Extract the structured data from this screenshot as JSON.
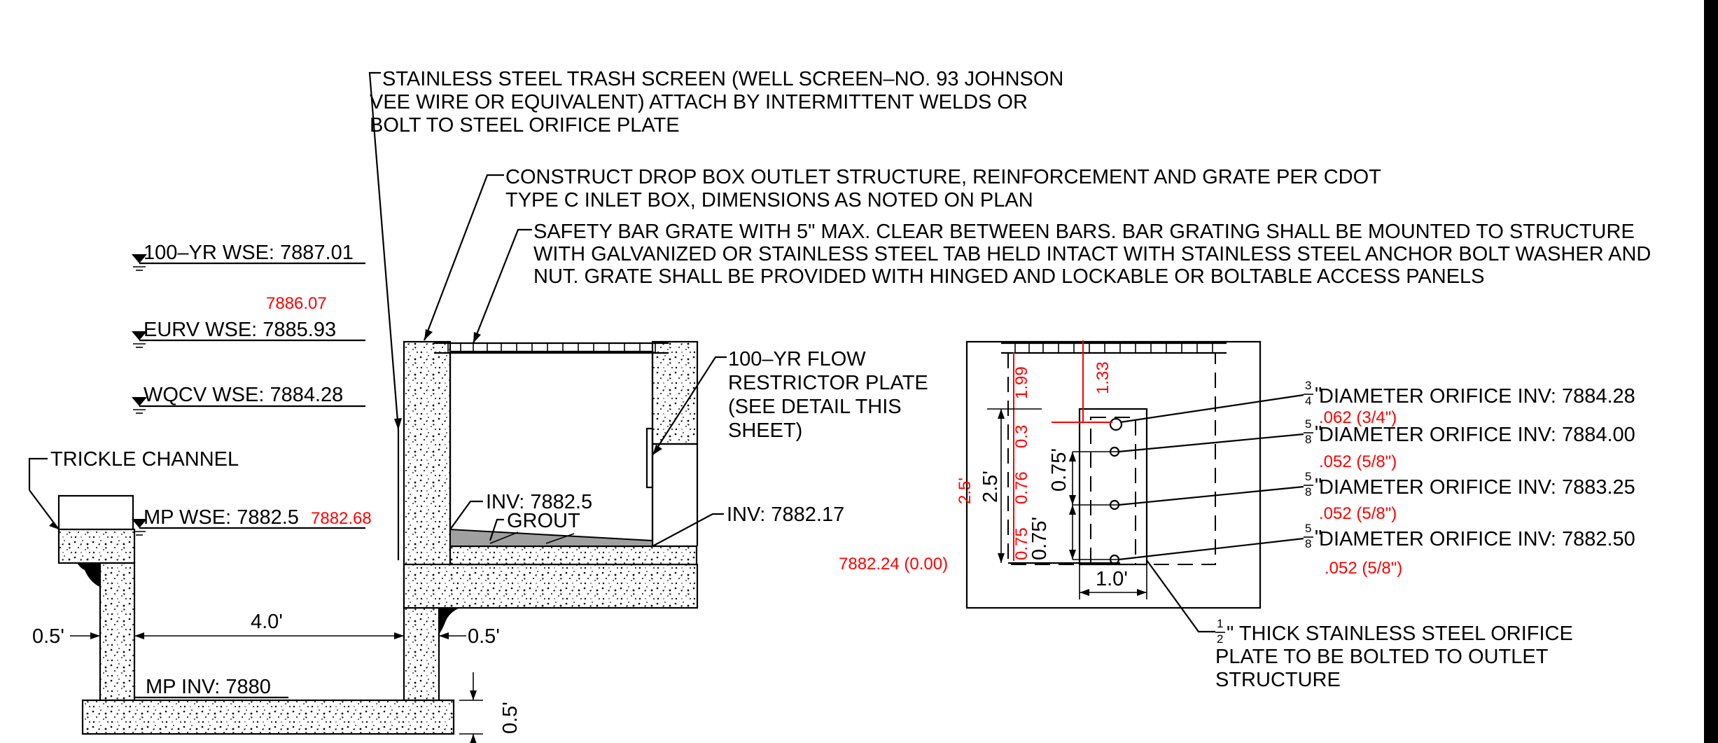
{
  "notes": {
    "trash_screen": [
      "STAINLESS STEEL TRASH SCREEN (WELL SCREEN–NO. 93 JOHNSON",
      "VEE WIRE OR EQUIVALENT) ATTACH BY INTERMITTENT WELDS OR",
      "BOLT TO STEEL ORIFICE PLATE"
    ],
    "drop_box": [
      "CONSTRUCT DROP BOX OUTLET STRUCTURE, REINFORCEMENT AND GRATE PER CDOT",
      "TYPE C INLET BOX, DIMENSIONS AS NOTED ON PLAN"
    ],
    "safety_grate": [
      "SAFETY BAR GRATE WITH 5\" MAX. CLEAR BETWEEN BARS. BAR GRATING SHALL BE MOUNTED TO STRUCTURE",
      "WITH GALVANIZED OR STAINLESS STEEL TAB HELD INTACT WITH STAINLESS STEEL ANCHOR BOLT WASHER AND",
      "NUT. GRATE SHALL BE PROVIDED WITH HINGED AND LOCKABLE OR BOLTABLE ACCESS PANELS"
    ],
    "restrictor_plate": [
      "100–YR FLOW",
      "RESTRICTOR PLATE",
      "(SEE DETAIL THIS",
      "SHEET)"
    ],
    "trickle_channel": "TRICKLE CHANNEL",
    "orifice_plate": [
      "\" THICK STAINLESS STEEL ORIFICE",
      "PLATE TO BE BOLTED TO OUTLET",
      "STRUCTURE"
    ],
    "orifice_plate_thickness": {
      "num": "1",
      "den": "2"
    }
  },
  "water_levels": {
    "wse_100yr": "100–YR WSE: 7887.01",
    "eurv_red": "7886.07",
    "eurv": "EURV WSE: 7885.93",
    "wqcv": "WQCV WSE: 7884.28",
    "mp": "MP WSE: 7882.5",
    "mp_red": "7882.68"
  },
  "section": {
    "inv_left": "INV: 7882.5",
    "grout": "GROUT",
    "inv_right": "INV: 7882.17",
    "mp_inv": "MP INV: 7880",
    "dim_left_wall": "0.5'",
    "dim_span": "4.0'",
    "dim_right_wall": "0.5'",
    "dim_base": "0.5'"
  },
  "plate_detail": {
    "red_199": "1.99",
    "red_133": "1.33",
    "red_25": "2.5'",
    "dim_25": "2.5'",
    "red_03": "0.3",
    "red_076": "0.76",
    "dim_075a": "0.75'",
    "red_075": "0.75",
    "dim_075b": "0.75'",
    "dim_10": "1.0'",
    "red_base": "7882.24 (0.00)"
  },
  "orifices": [
    {
      "num": "3",
      "den": "4",
      "label": "DIAMETER ORIFICE INV: 7884.28",
      "red": ".062 (3/4\")"
    },
    {
      "num": "5",
      "den": "8",
      "label": "DIAMETER ORIFICE INV: 7884.00",
      "red": ".052 (5/8\")"
    },
    {
      "num": "5",
      "den": "8",
      "label": "DIAMETER ORIFICE INV: 7883.25",
      "red": ".052 (5/8\")"
    },
    {
      "num": "5",
      "den": "8",
      "label": "DIAMETER ORIFICE INV: 7882.50",
      "red": ".052 (5/8\")"
    }
  ],
  "colors": {
    "line": "#000000",
    "annotation": "#ff0000",
    "grout": "#a0a0a0"
  }
}
